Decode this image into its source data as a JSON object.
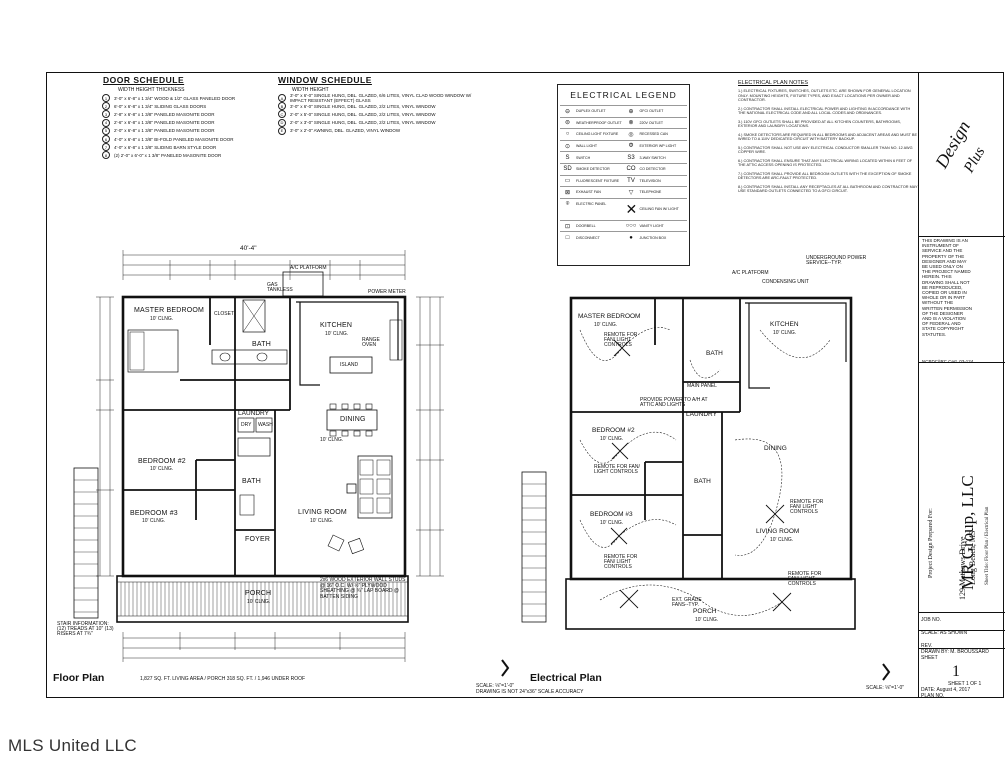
{
  "door_schedule": {
    "title": "DOOR SCHEDULE",
    "header": "WIDTH  HEIGHT  THICKNESS",
    "rows": [
      {
        "num": "1",
        "text": "3'-0\" x 6'-8\" x 1 3/4\"   WOOD & 1/2\" GLASS PANELED DOOR"
      },
      {
        "num": "2",
        "text": "6'-0\" x 6'-8\" x 1 3/4\"   SLIDING GLASS DOORS"
      },
      {
        "num": "3",
        "text": "2'-8\" x 6'-8\" x 1 3/8\"   PANELED MASONITE DOOR"
      },
      {
        "num": "4",
        "text": "2'-6\" x 6'-8\" x 1 3/8\"   PANELED MASONITE DOOR"
      },
      {
        "num": "5",
        "text": "2'-0\" x 6'-8\" x 1 3/8\"   PANELED MASONITE DOOR"
      },
      {
        "num": "6",
        "text": "4'-0\" x 6'-8\" x 1 3/8\"   BI-FOLD PANELED MASONITE DOOR"
      },
      {
        "num": "7",
        "text": "4'-0\" x 6'-8\" x 1 3/8\"   SLIDING BARN STYLE DOOR"
      },
      {
        "num": "8",
        "text": "(2) 2'-0\" x 6'-0\" x 1 3/8\"   PANELED MASONITE DOOR"
      }
    ]
  },
  "window_schedule": {
    "title": "WINDOW SCHEDULE",
    "header": "WIDTH  HEIGHT",
    "rows": [
      {
        "num": "A",
        "text": "3'-0\" x 6'-0\"   SINGLE HUNG, DBL. GLAZED, 6/6 LITES, VINYL CLAD WOOD WINDOW W/ IMPACT RESISTANT (EFFECT) GLASS"
      },
      {
        "num": "B",
        "text": "3'-0\" x 6'-0\"   SINGLE HUNG, DBL. GLAZED, 2/2 LITES, VINYL WINDOW"
      },
      {
        "num": "C",
        "text": "2'-0\" x 5'-0\"   SINGLE HUNG, DBL. GLAZED, 2/2 LITES, VINYL WINDOW"
      },
      {
        "num": "D",
        "text": "2'-0\" x 3'-0\"   SINGLE HUNG, DBL. GLAZED, 2/2 LITES, VINYL WINDOW"
      },
      {
        "num": "E",
        "text": "3'-0\" x 2'-0\"   AWNING, DBL. GLAZED, VINYL WINDOW"
      }
    ]
  },
  "electrical_legend": {
    "title": "ELECTRICAL  LEGEND",
    "items": [
      {
        "sym": "⊖",
        "label": "DUPLEX OUTLET"
      },
      {
        "sym": "⊕",
        "label": "GFCI OUTLET"
      },
      {
        "sym": "⊜",
        "label": "WEATHERPROOF OUTLET"
      },
      {
        "sym": "⊗",
        "label": "220V OUTLET"
      },
      {
        "sym": "○",
        "label": "CEILING LIGHT FIXTURE"
      },
      {
        "sym": "◎",
        "label": "RECESSED CAN"
      },
      {
        "sym": "⊙",
        "label": "WALL LIGHT"
      },
      {
        "sym": "Φ",
        "label": "EXTERIOR WP LIGHT"
      },
      {
        "sym": "S",
        "label": "SWITCH"
      },
      {
        "sym": "S3",
        "label": "3-WAY SWITCH"
      },
      {
        "sym": "SD",
        "label": "SMOKE DETECTOR"
      },
      {
        "sym": "CO",
        "label": "CO DETECTOR"
      },
      {
        "sym": "▭",
        "label": "FLUORESCENT FIXTURE"
      },
      {
        "sym": "TV",
        "label": "TELEVISION"
      },
      {
        "sym": "⊠",
        "label": "EXHAUST FAN"
      },
      {
        "sym": "▽",
        "label": "TELEPHONE"
      },
      {
        "sym": "⌾",
        "label": "ELECTRIC PANEL"
      },
      {
        "sym": "✕",
        "label": "CEILING FAN W/ LIGHT"
      },
      {
        "sym": "⊡",
        "label": "DOORBELL"
      },
      {
        "sym": "○○○",
        "label": "VANITY LIGHT"
      },
      {
        "sym": "□",
        "label": "DISCONNECT"
      },
      {
        "sym": "●",
        "label": "JUNCTION BOX"
      }
    ]
  },
  "electrical_notes": {
    "title": "ELECTRICAL PLAN NOTES",
    "notes": [
      "1.) ELECTRICAL FIXTURES, SWITCHES, OUTLETS ETC. ARE SHOWN FOR GENERAL LOCATION ONLY. MOUNTING HEIGHTS, FIXTURE TYPES, AND EXACT LOCATIONS PER OWNER AND CONTRACTOR.",
      "2.) CONTRACTOR SHALL INSTALL ELECTRICAL POWER AND LIGHTING IN ACCORDANCE WITH THE NATIONAL ELECTRICAL CODE AND ALL LOCAL CODES AND ORDINANCES.",
      "3.) 110V GFCI OUTLETS SHALL BE PROVIDED AT ALL KITCHEN COUNTERS, BATHROOMS, EXTERIOR AND LAUNDRY LOCATIONS.",
      "4.) SMOKE DETECTORS ARE REQUIRED IN ALL BEDROOMS AND ADJACENT AREAS AND MUST BE WIRED TO A 110V DEDICATED CIRCUIT WITH BATTERY BACKUP.",
      "5.) CONTRACTOR SHALL NOT USE ANY ELECTRICAL CONDUCTOR SMALLER THAN NO. 12 AWG COPPER WIRE.",
      "6.) CONTRACTOR SHALL ENSURE THAT ANY ELECTRICAL WIRING LOCATED WITHIN 6 FEET OF THE ATTIC ACCESS OPENING IS PROTECTED.",
      "7.) CONTRACTOR SHALL PROVIDE ALL BEDROOM OUTLETS WITH THE EXCEPTION OF SMOKE DETECTORS ARE ARC-FAULT PROTECTED.",
      "8.) CONTRACTOR SHALL INSTALL ANY RECEPTACLES AT ALL BATHROOM AND CONTRACTOR MAY USE STANDARD OUTLETS CONNECTED TO A GFCI CIRCUIT."
    ]
  },
  "floor_plan": {
    "title": "Floor Plan",
    "area_note": "1,827 SQ. FT. LIVING AREA / PORCH 318 SQ. FT. / 1,946 UNDER ROOF",
    "rooms": {
      "master": "MASTER BEDROOM",
      "master_ceil": "10' CLNG.",
      "closet": "CLOSET",
      "bath1": "BATH",
      "kitchen": "KITCHEN",
      "kitchen_ceil": "10' CLNG.",
      "island": "ISLAND",
      "range": "RANGE OVEN",
      "dining": "DINING",
      "dining_ceil": "10' CLNG.",
      "laundry": "LAUNDRY",
      "dry": "DRY",
      "wash": "WASH",
      "bed2": "BEDROOM #2",
      "bed2_ceil": "10' CLNG.",
      "bath2": "BATH",
      "bed3": "BEDROOM #3",
      "bed3_ceil": "10' CLNG.",
      "living": "LIVING ROOM",
      "living_ceil": "10' CLNG.",
      "foyer": "FOYER",
      "porch": "PORCH",
      "porch_ceil": "10' CLNG.",
      "platform": "A/C PLATFORM",
      "gas": "GAS TANKLESS",
      "meter": "POWER METER"
    },
    "overall_dim": "40'-4\"",
    "stair_info": "STAIR INFORMATION: (12) TREADS AT 10\" (13) RISERS AT 7¾\"",
    "wall_note": "2x6 WOOD EXTERIOR WALL STUDS @ 16\" O.C. W/ ½\" PLYWOOD SHEATHING @ ¾\" LAP BOARD @ BATTEN SIDING",
    "scale": "SCALE: ⅛\"=1'-0\""
  },
  "electrical_plan": {
    "title": "Electrical Plan",
    "rooms": {
      "master": "MASTER BEDROOM",
      "master_ceil": "10' CLNG.",
      "bath1": "BATH",
      "kitchen": "KITCHEN",
      "kitchen_ceil": "10' CLNG.",
      "laundry": "LAUNDRY",
      "bed2": "BEDROOM #2",
      "bed2_ceil": "10' CLNG.",
      "bed3": "BEDROOM #3",
      "bed3_ceil": "10' CLNG.",
      "dining": "DINING",
      "living": "LIVING ROOM",
      "living_ceil": "10' CLNG.",
      "bath2": "BATH",
      "porch": "PORCH",
      "porch_ceil": "10' CLNG."
    },
    "labels": {
      "remote1": "REMOTE FOR FAN/ LIGHT CONTROLS",
      "remote2": "REMOTE FOR FAN/ LIGHT CONTROLS",
      "remote3": "REMOTE FOR FAN/ LIGHT CONTROLS",
      "remote4": "REMOTE FOR FAN/ LIGHT CONTROLS",
      "remote5": "REMOTE FOR FAN/ LIGHT CONTROLS",
      "underground": "UNDERGROUND POWER SERVICE--TYP.",
      "platform": "A/C PLATFORM",
      "condensing": "CONDENSING UNIT",
      "panel": "MAIN PANEL",
      "attic": "PROVIDE POWER TO A/H AT ATTIC AND LIGHTS",
      "ext_grade": "EXT. GRADE FANS--TYP."
    },
    "scale": "SCALE: ⅛\"=1'-0\"",
    "warning": "DRAWING IS NOT 24\"x36\" SCALE ACCURACY"
  },
  "title_block": {
    "logo_line1": "Design",
    "logo_line2": "Plus",
    "copyright": "THIS DRAWING IS AN INSTRUMENT OF SERVICE AND THE PROPERTY OF THE DESIGNER AND MAY BE USED ONLY ON THE PROJECT NAMED HEREIN. THIS DRAWING SHALL NOT BE REPRODUCED, COPIED OR USED IN WHOLE OR IN PART WITHOUT THE WRITTEN PERMISSION OF THE DESIGNER AND IS A VIOLATION OF FEDERAL AND STATE COPYRIGHT STATUTES.",
    "cert": "NCBDC/IRC Cert. 03-124",
    "project_for": "Project Design Prepared For:",
    "company": "MR Group, LLC",
    "address": "129 Mathews Drive",
    "city": "Long Beach, MS",
    "sheet_title": "Sheet Title: Floor Plan / Electrical Plan",
    "job_no": "JOB NO.",
    "scale": "SCALE: AS SHOWN",
    "rev": "REV.",
    "drawn_by": "DRAWN BY: M. BROUSSARD",
    "sheet_label": "SHEET",
    "sheet_num": "1",
    "sheet_of": "SHEET 1 OF 1",
    "date": "DATE: August 4, 2017",
    "plan_no": "PLAN NO."
  },
  "watermark": "MLS United LLC"
}
